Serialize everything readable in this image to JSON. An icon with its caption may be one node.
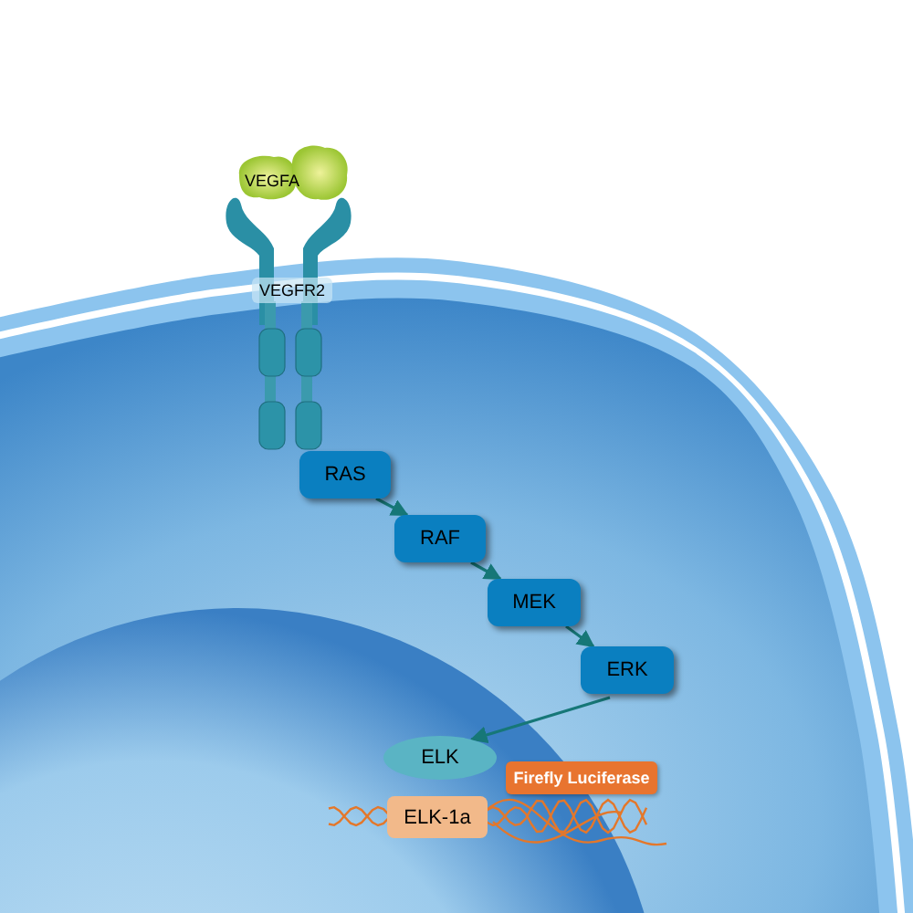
{
  "diagram": {
    "nodes": [
      {
        "text": [
          "VEGFA"
        ]
      },
      {
        "text": [
          "VEGFR2"
        ]
      },
      {
        "text": [
          "RAS"
        ]
      },
      {
        "text": [
          "RAF"
        ]
      },
      {
        "text": [
          "MEK"
        ]
      },
      {
        "text": [
          "ERK"
        ]
      },
      {
        "text": [
          "ELK"
        ]
      },
      {
        "text": [
          "ELK-1a"
        ]
      },
      {
        "text": [
          "Firefly Luciferase"
        ]
      }
    ],
    "edges": [
      {
        "from": 2,
        "to": 3,
        "arrow": "to"
      },
      {
        "from": 3,
        "to": 4,
        "arrow": "to"
      },
      {
        "from": 4,
        "to": 5,
        "arrow": "to"
      },
      {
        "from": 5,
        "to": 6,
        "arrow": "to"
      }
    ]
  }
}
